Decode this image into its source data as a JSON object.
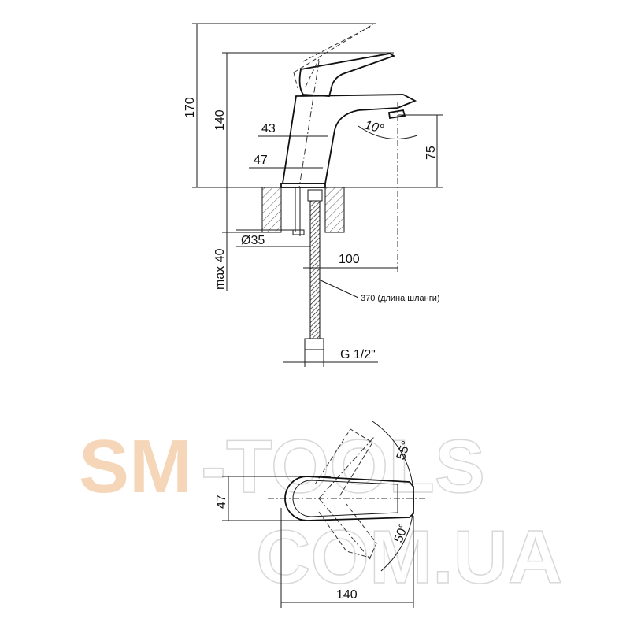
{
  "drawing": {
    "side_view": {
      "overall_height": "170",
      "body_height": "140",
      "upper_body_width": "43",
      "lower_body_width": "47",
      "spout_angle": "10°",
      "spout_height": "75",
      "mount_hole_diameter": "Ø35",
      "spout_reach": "100",
      "max_counter_thickness": "max 40",
      "hose_length_note": "370 (длина шланги)",
      "connection_thread": "G 1/2\""
    },
    "top_view": {
      "body_width": "47",
      "rotation_angle_back": "55°",
      "rotation_angle_front": "50°",
      "overall_length": "140"
    }
  },
  "watermark": {
    "line1_brand": "SM",
    "line1_rest": "-TOOLS",
    "line2": "COM.UA",
    "accent_color": "#f5d6b8"
  }
}
